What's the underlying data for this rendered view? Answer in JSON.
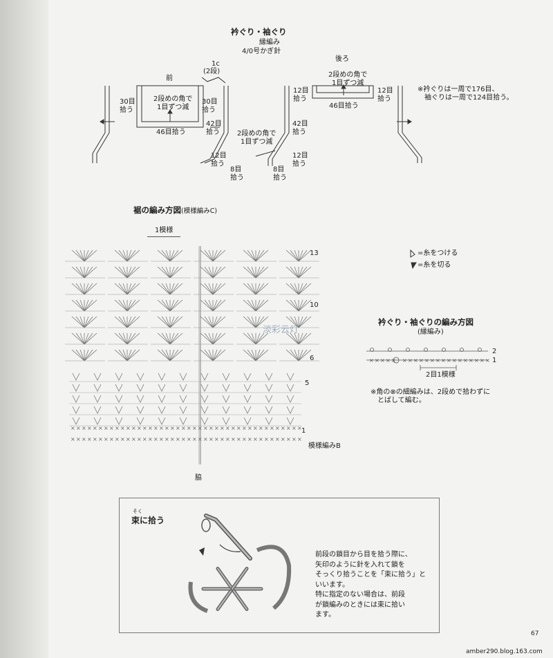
{
  "top": {
    "title": "衿ぐり・袖ぐり",
    "sub1": "縁編み",
    "sub2": "4/0号かぎ針",
    "front": "前",
    "back": "後ろ",
    "c1": "1c",
    "c1b": "(2段)",
    "front_corner": "2段めの角で\n1目ずつ減",
    "front_30a": "30目\n拾う",
    "front_30b": "30目\n拾う",
    "front_46": "46目拾う",
    "front_42": "42目\n拾う",
    "front_12": "12目\n拾う",
    "front_8": "8目\n拾う",
    "mid_corner": "2段めの角で\n1目ずつ減",
    "back_corner": "2段めの角で\n1目ずつ減",
    "back_12a": "12目\n拾う",
    "back_12b": "12目\n拾う",
    "back_46": "46目拾う",
    "back_42": "42目\n拾う",
    "back_12c": "12目\n拾う",
    "back_8": "8目\n拾う",
    "note": "※衿ぐりは一周で176目、\n　袖ぐりは一周で124目拾う。"
  },
  "hem": {
    "title": "裾の編み方図",
    "title_sub": "(模様編みC)",
    "repeat": "1模様",
    "rows": [
      "13",
      "10",
      "6",
      "5",
      "1"
    ],
    "patB": "模様編みB",
    "side": "脇"
  },
  "legend": {
    "attach": "=糸をつける",
    "cut": "=糸を切る"
  },
  "edge": {
    "title": "衿ぐり・袖ぐりの編み方図",
    "sub": "(縁編み)",
    "row2": "2",
    "row1": "1",
    "repeat": "2目1模様",
    "note": "※角の⊗の細編みは、2段めで拾わずに\n　とばして編む。"
  },
  "box": {
    "ruby": "そく",
    "title": "束に拾う",
    "para": "前段の鎖目から目を拾う際に、\n矢印のように針を入れて鎖を\nそっくり拾うことを「束に拾う」と\nいいます。\n特に指定のない場合は、前段\nが鎖編みのときには束に拾い\nます。"
  },
  "watermark": "淡彩云灯",
  "page_number": "67",
  "footer_url": "amber290.blog.163.com"
}
